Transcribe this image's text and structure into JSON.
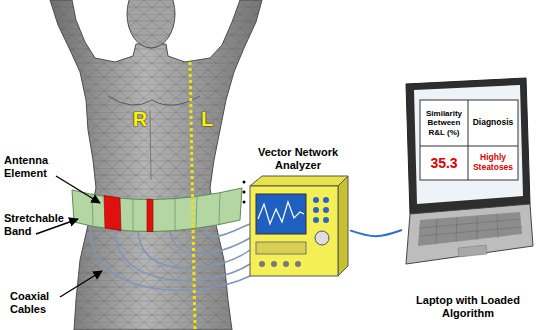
{
  "diagram": {
    "nodes": [
      {
        "text": [
          "Vector Network Analyzer"
        ]
      },
      {
        "text": [
          "Laptop with Loaded Algorithm"
        ]
      }
    ],
    "edges": [
      {
        "from": 0,
        "to": 1,
        "arrow": "none"
      }
    ],
    "labels": [
      "R",
      "L",
      "Antenna Element",
      "Stretchable Band",
      "Coaxial Cables",
      "Similarity Between R&L (%)",
      "Diagnosis",
      "35.3",
      "Highly Steatoses"
    ]
  }
}
